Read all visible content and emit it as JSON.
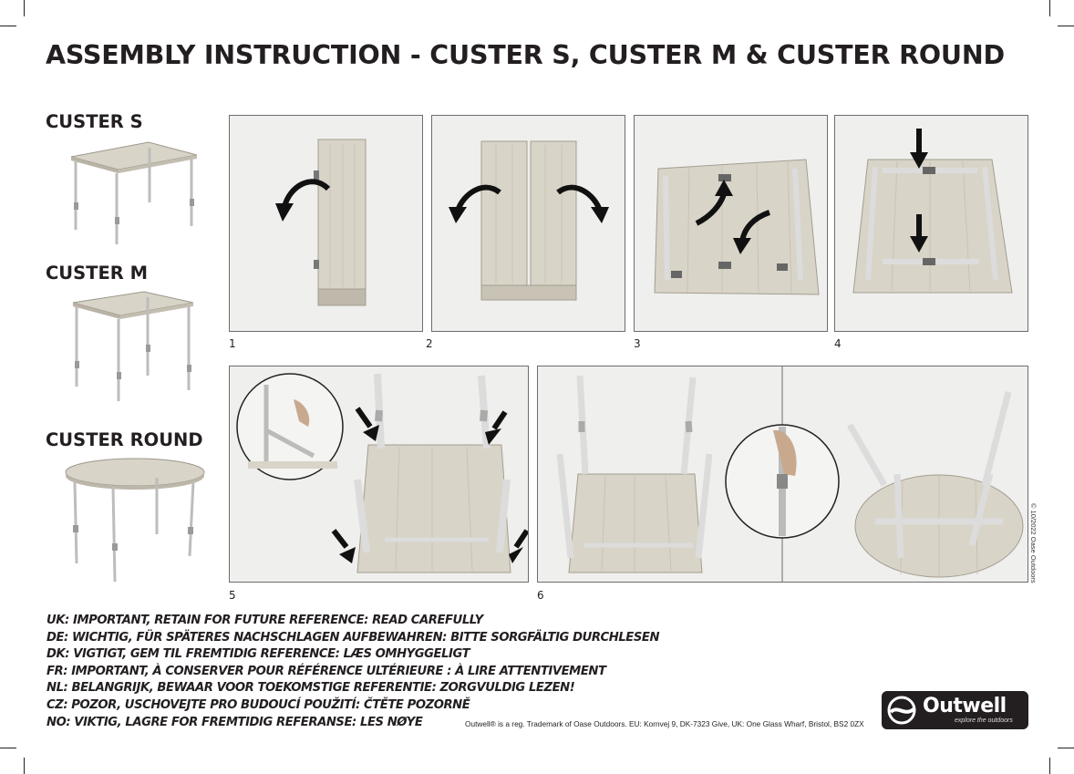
{
  "title": "ASSEMBLY INSTRUCTION - CUSTER S, CUSTER M & CUSTER ROUND",
  "variants": [
    {
      "name": "CUSTER S",
      "image": "rectangular-table"
    },
    {
      "name": "CUSTER M",
      "image": "square-table"
    },
    {
      "name": "CUSTER ROUND",
      "image": "round-table"
    }
  ],
  "steps": [
    {
      "number": "1",
      "image": "folded-table-flip-over"
    },
    {
      "number": "2",
      "image": "unfold-table-halves"
    },
    {
      "number": "3",
      "image": "rotate-leg-frames"
    },
    {
      "number": "4",
      "image": "press-crossbars-down"
    },
    {
      "number": "5",
      "image": "lock-legs-into-place"
    },
    {
      "number": "6",
      "image": "extend-legs-and-turn-upright"
    }
  ],
  "warnings": [
    "UK: IMPORTANT, RETAIN FOR FUTURE REFERENCE: READ CAREFULLY",
    "DE: WICHTIG, FÜR SPÄTERES NACHSCHLAGEN AUFBEWAHREN: BITTE SORGFÄLTIG DURCHLESEN",
    "DK: VIGTIGT, GEM TIL FREMTIDIG REFERENCE: LÆS OMHYGGELIGT",
    "FR: IMPORTANT, À CONSERVER POUR RÉFÉRENCE ULTÉRIEURE : À LIRE ATTENTIVEMENT",
    "NL: BELANGRIJK, BEWAAR VOOR TOEKOMSTIGE REFERENTIE: ZORGVULDIG LEZEN!",
    "CZ: POZOR, USCHOVEJTE PRO BUDOUCÍ POUŽITÍ: ČTĚTE POZORNĚ",
    "NO: VIKTIG, LAGRE FOR FREMTIDIG REFERANSE: LES NØYE"
  ],
  "trademark": "Outwell® is a reg. Trademark of Oase Outdoors. EU: Kornvej 9, DK-7323 Give, UK: One Glass Wharf, Bristol, BS2 0ZX",
  "copyright": "© 10/2022 Oase Outdoors",
  "logo": {
    "name": "Outwell",
    "tagline": "explore the outdoors",
    "color": "#231f20"
  },
  "colors": {
    "wood": "#d9d4c8",
    "metal": "#e8e8e6",
    "arrow": "#111111"
  }
}
